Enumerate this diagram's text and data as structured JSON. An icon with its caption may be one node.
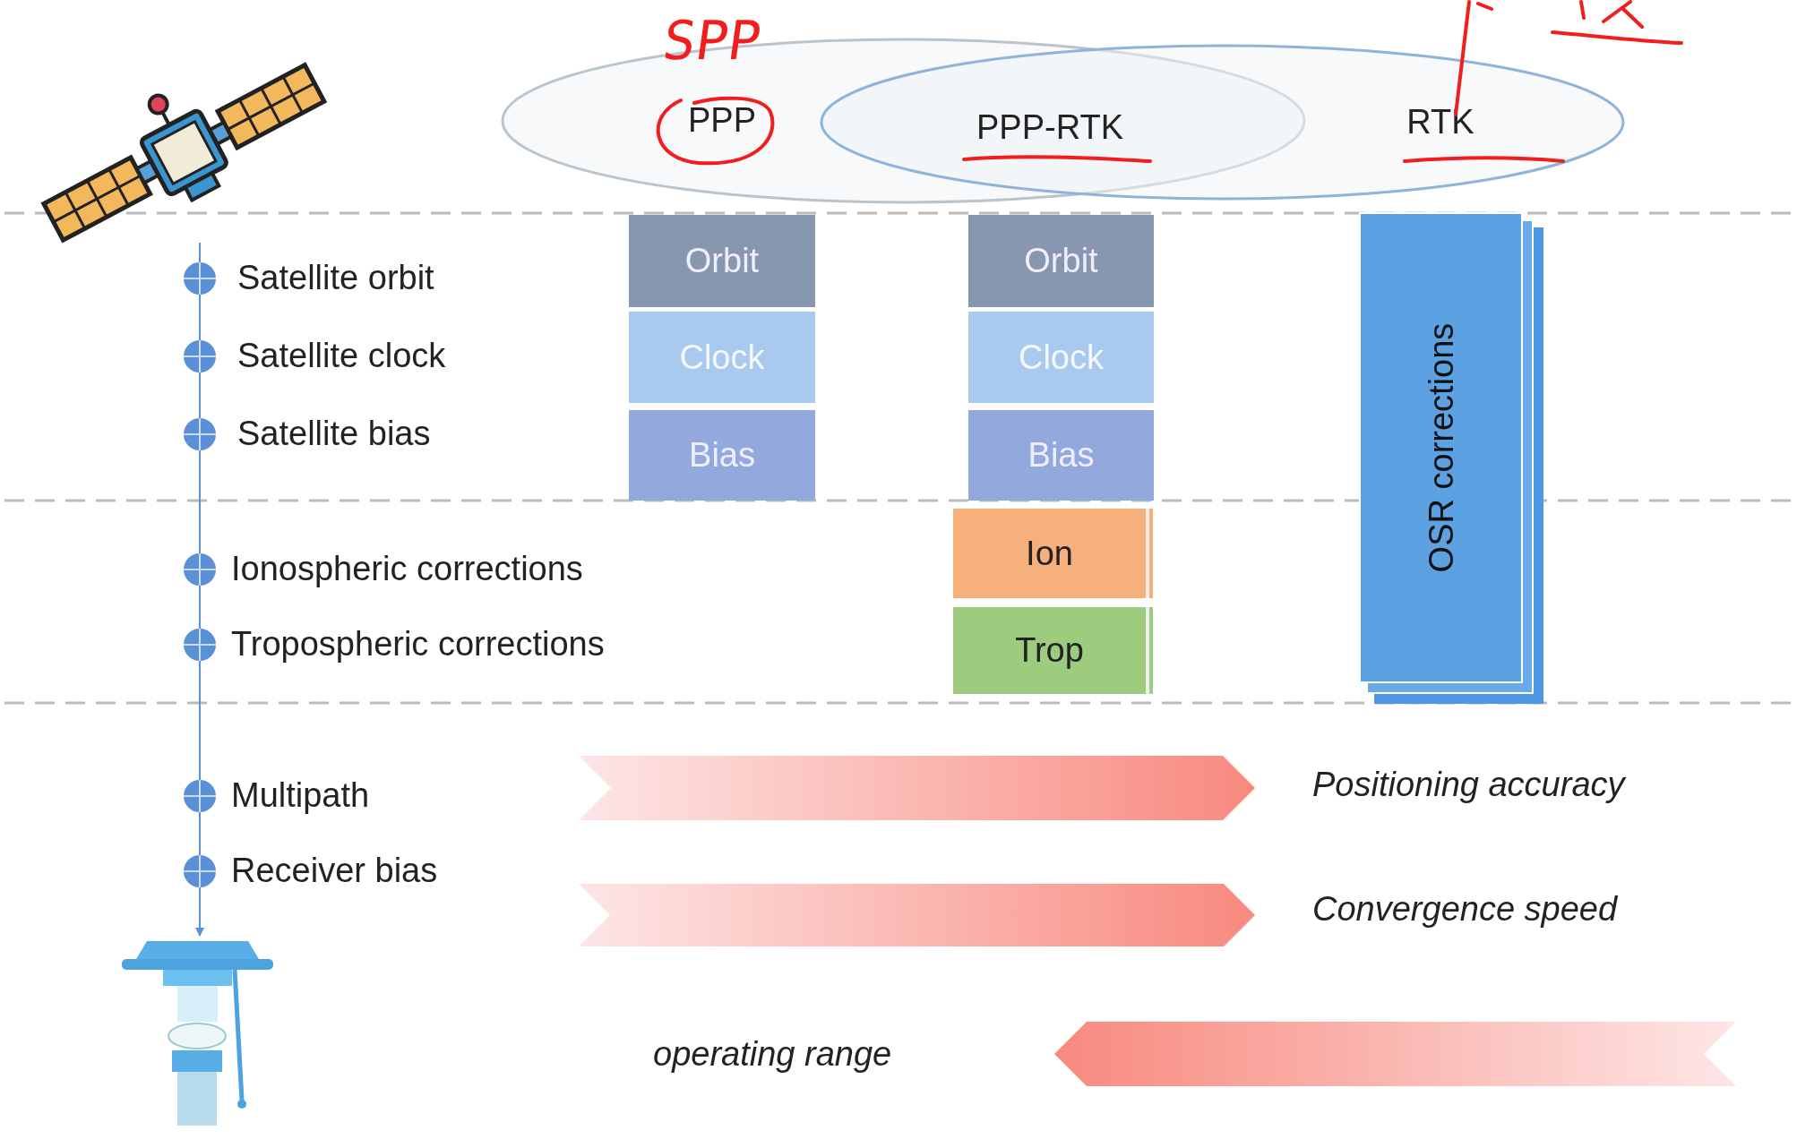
{
  "diagram": {
    "nodes": [
      {
        "text": [
          "PPP"
        ]
      },
      {
        "text": [
          "RTK"
        ]
      },
      {
        "text": [],
        "shape": "picture"
      },
      {
        "text": [
          "Orbit"
        ]
      },
      {
        "text": [
          "Clock"
        ]
      },
      {
        "text": [
          "Bias"
        ]
      },
      {
        "text": [
          "Orbit"
        ]
      },
      {
        "text": [
          "Clock"
        ]
      },
      {
        "text": [
          "Bias"
        ]
      },
      {
        "text": [
          "Ion"
        ]
      },
      {
        "text": [
          "Trop"
        ]
      },
      {
        "text": [
          "OSR corrections"
        ]
      },
      {
        "text": [],
        "shape": "arrow",
        "beside": [
          "Positioning accuracy"
        ]
      },
      {
        "text": [],
        "shape": "arrow",
        "beside": [
          "Convergence speed"
        ]
      },
      {
        "text": [],
        "shape": "arrow"
      },
      {
        "text": [],
        "shape": "picture"
      }
    ],
    "edges": [
      {
        "from": 2,
        "to": 15,
        "arrow": "to"
      }
    ],
    "labels": [
      "SPP",
      "PPP-RTK",
      "Satellite orbit",
      "Satellite clock",
      "Satellite bias",
      "Ionospheric corrections",
      "Tropospheric corrections",
      "Multipath",
      "Receiver bias",
      "operating range"
    ]
  }
}
